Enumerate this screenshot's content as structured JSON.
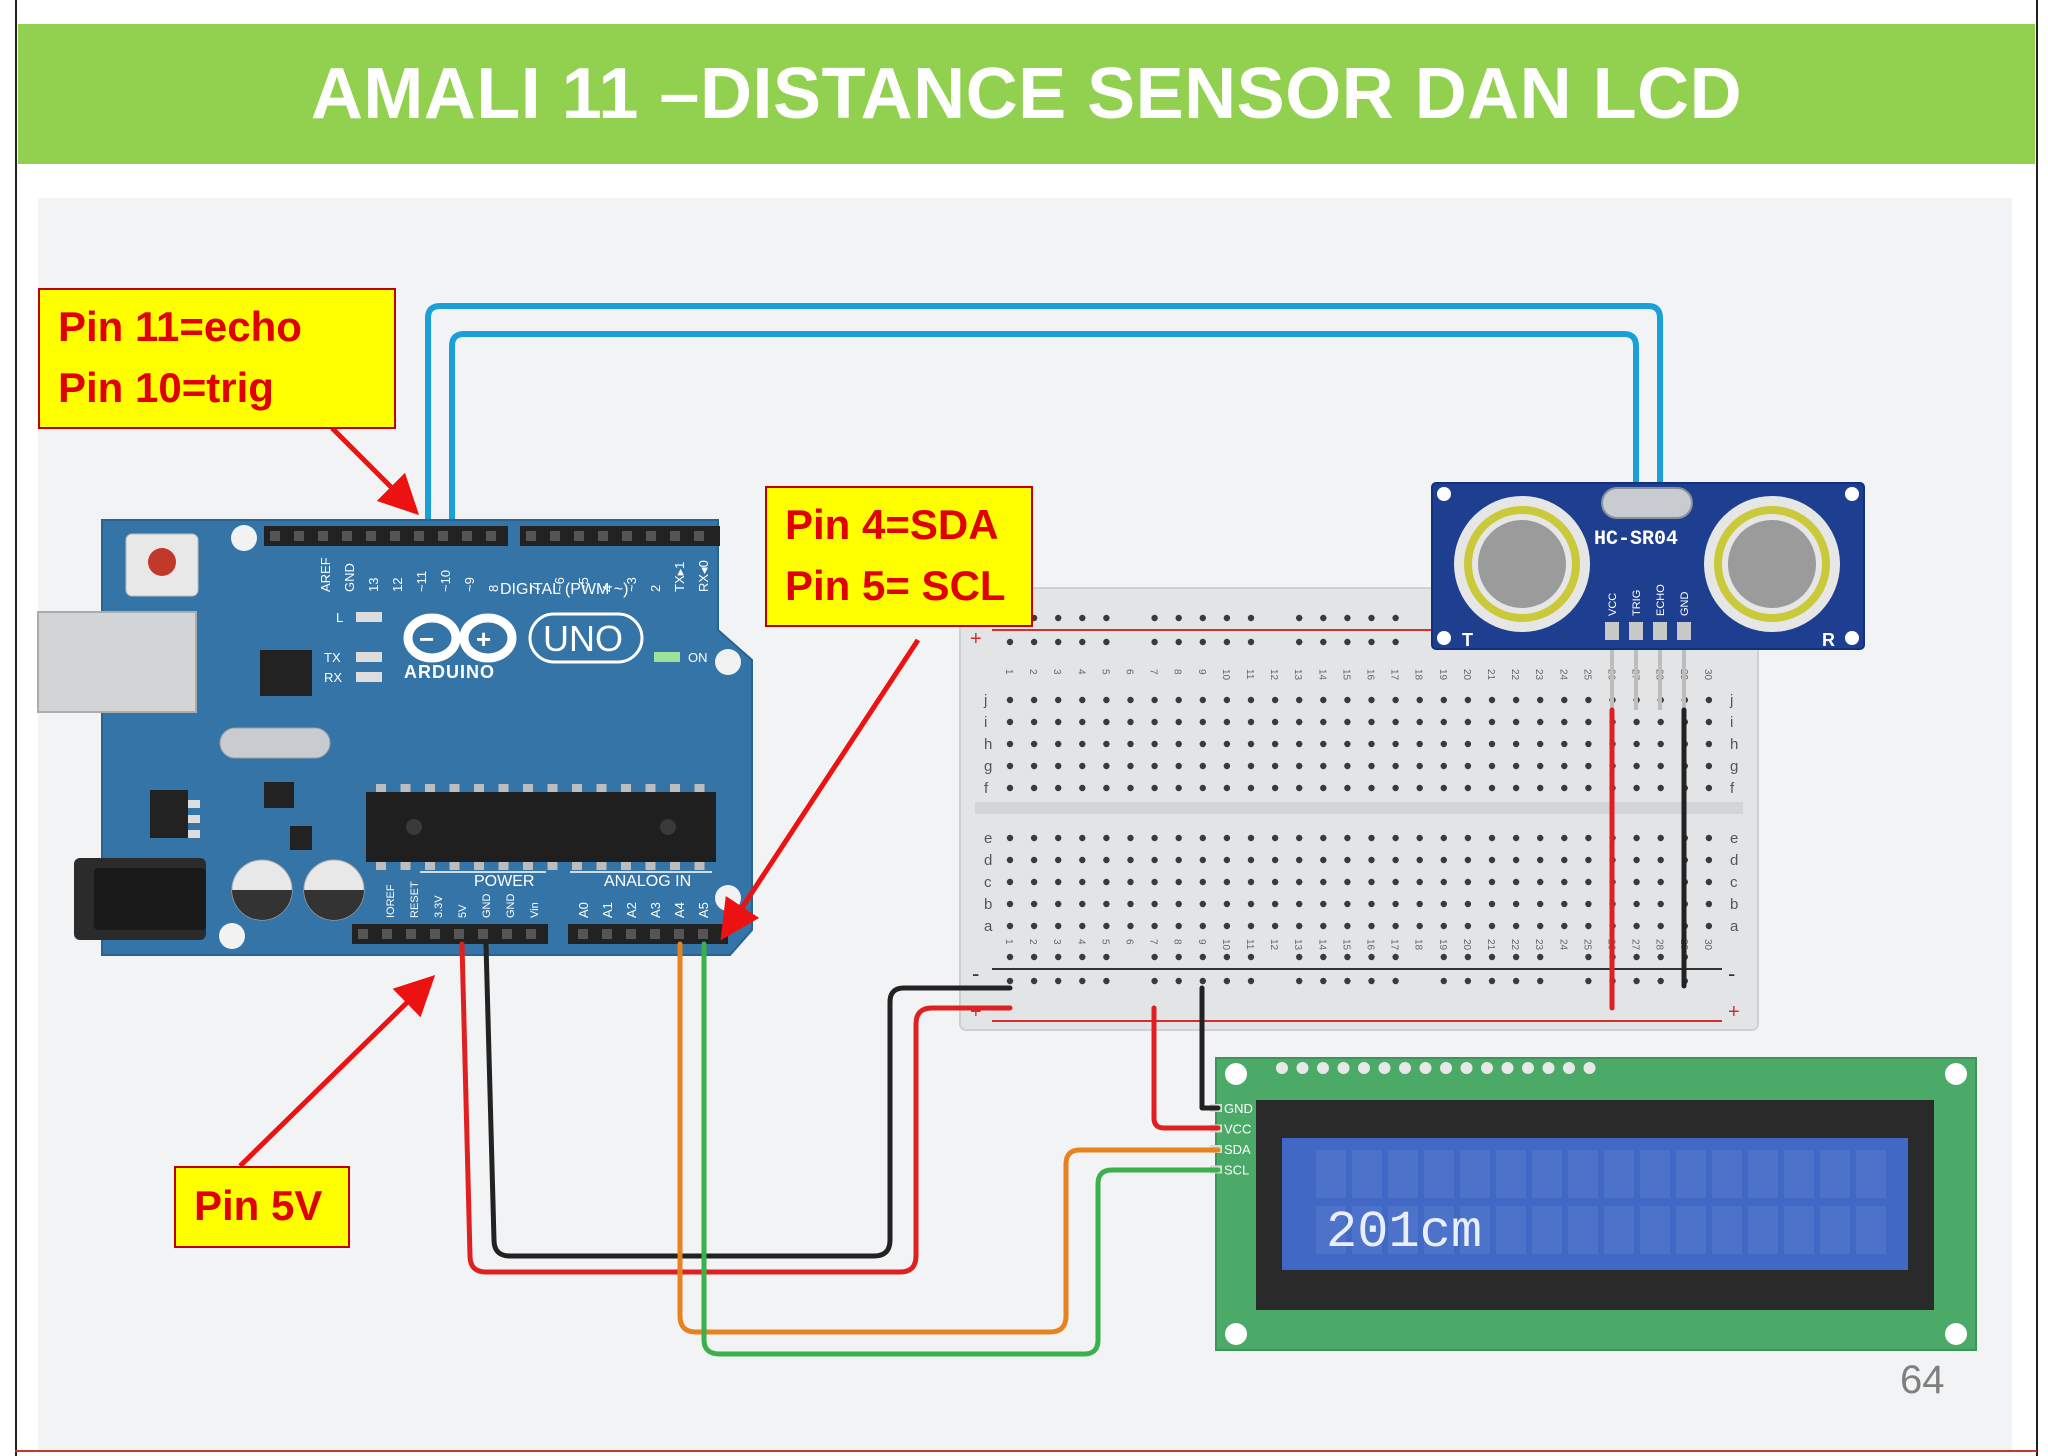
{
  "title": "AMALI 11 –DISTANCE SENSOR DAN LCD",
  "page_number": "64",
  "callouts": {
    "echo_trig": {
      "line1": "Pin 11=echo",
      "line2": "Pin 10=trig"
    },
    "sda_scl": {
      "line1": "Pin 4=SDA",
      "line2": "Pin 5= SCL"
    },
    "five_v": {
      "line1": "Pin 5V"
    }
  },
  "arduino": {
    "brand": "ARDUINO",
    "model": "UNO",
    "digital_header_label": "DIGITAL (PWM ~)",
    "digital_pins": [
      "AREF",
      "GND",
      "13",
      "12",
      "~11",
      "~10",
      "~9",
      "8",
      "7",
      "~6",
      "~5",
      "4",
      "~3",
      "2",
      "TX▸1",
      "RX◂0"
    ],
    "power_label": "POWER",
    "power_pins": [
      "IOREF",
      "RESET",
      "3.3V",
      "5V",
      "GND",
      "GND",
      "Vin"
    ],
    "analog_label": "ANALOG IN",
    "analog_pins": [
      "A0",
      "A1",
      "A2",
      "A3",
      "A4",
      "A5"
    ],
    "led_labels": {
      "l": "L",
      "tx": "TX",
      "rx": "RX",
      "on": "ON"
    }
  },
  "sensor": {
    "model": "HC-SR04",
    "pins": [
      "VCC",
      "TRIG",
      "ECHO",
      "GND"
    ],
    "left_mark": "T",
    "right_mark": "R"
  },
  "lcd": {
    "pins": [
      "GND",
      "VCC",
      "SDA",
      "SCL"
    ],
    "display_text": "201cm"
  },
  "breadboard": {
    "row_letters_top": [
      "j",
      "i",
      "h",
      "g",
      "f"
    ],
    "row_letters_bottom": [
      "e",
      "d",
      "c",
      "b",
      "a"
    ],
    "rail_plus": "+",
    "rail_minus": "-",
    "column_count": 30
  },
  "colors": {
    "title_bar": "#92d050",
    "callout_fill": "#ffff00",
    "callout_text": "#e00000",
    "arduino_board": "#3474a7",
    "sensor_board": "#1e3f8f",
    "lcd_board": "#4caa68",
    "lcd_screen": "#4168c4",
    "wire_blue": "#1a9fd6",
    "wire_red": "#e02020",
    "wire_black": "#222222",
    "wire_orange": "#e8821e",
    "wire_green": "#3cb04a"
  }
}
